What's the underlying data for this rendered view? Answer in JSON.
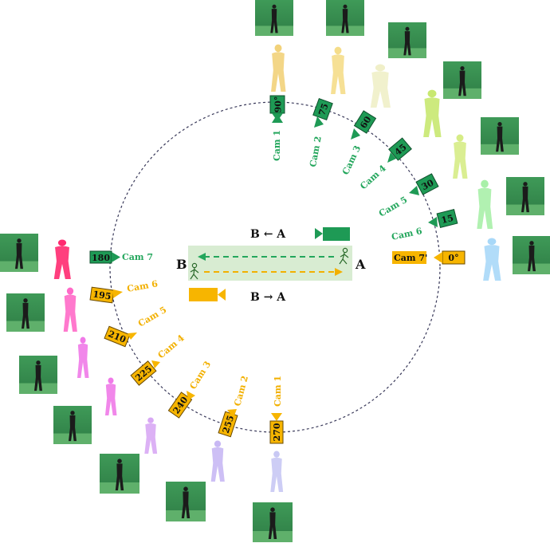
{
  "colors": {
    "green": "#1e9a55",
    "green_text": "#23a65c",
    "orange": "#f7b500",
    "orange_text": "#f2b000",
    "dash": "#3a3a5a",
    "track": "#d8ecd2"
  },
  "legend": {
    "ba_label": "B ← A",
    "ab_label": "B → A",
    "point_a": "A",
    "point_b": "B"
  },
  "top_cameras": [
    {
      "angle_label": "90°",
      "cam": "Cam 1"
    },
    {
      "angle_label": "75",
      "cam": "Cam 2"
    },
    {
      "angle_label": "60",
      "cam": "Cam 3"
    },
    {
      "angle_label": "45",
      "cam": "Cam 4"
    },
    {
      "angle_label": "30",
      "cam": "Cam 5"
    },
    {
      "angle_label": "15",
      "cam": "Cam 6"
    },
    {
      "angle_label": "180",
      "cam": "Cam 7"
    }
  ],
  "bottom_cameras": [
    {
      "angle_label": "270",
      "cam": "Cam 1"
    },
    {
      "angle_label": "255",
      "cam": "Cam 2"
    },
    {
      "angle_label": "240",
      "cam": "Cam 3"
    },
    {
      "angle_label": "225",
      "cam": "Cam 4"
    },
    {
      "angle_label": "210",
      "cam": "Cam 5"
    },
    {
      "angle_label": "195",
      "cam": "Cam 6"
    },
    {
      "angle_label": "0°",
      "cam": "Cam 7'"
    }
  ]
}
